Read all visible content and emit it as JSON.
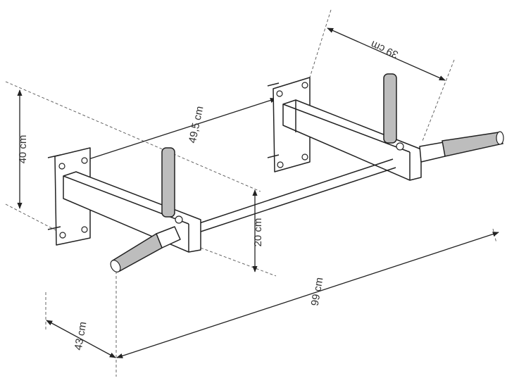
{
  "dimensions": {
    "height": "40 cm",
    "width_between_arms": "49,5 cm",
    "arm_length": "39 cm",
    "bar_drop": "20 cm",
    "total_width": "99 cm",
    "depth": "43 cm"
  },
  "colors": {
    "line": "#222222",
    "grip": "#bdbdbd",
    "background": "#ffffff"
  }
}
